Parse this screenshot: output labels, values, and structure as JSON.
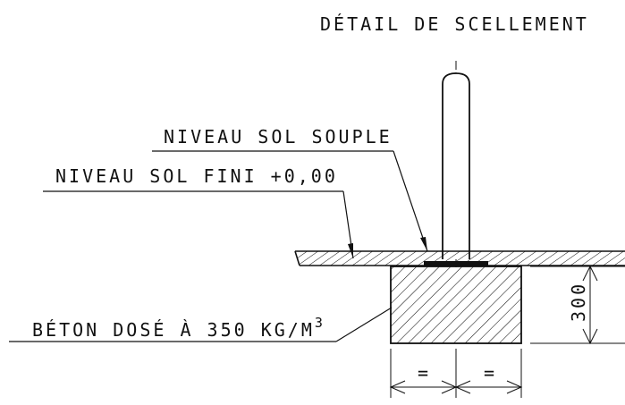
{
  "drawing": {
    "title": "DÉTAIL DE SCELLEMENT",
    "labels": {
      "soft_floor_level": "NIVEAU SOL SOUPLE",
      "finished_floor_level": "NIVEAU SOL FINI +0,00",
      "concrete_prefix": "BÉTON DOSÉ À 350 KG/M",
      "concrete_superscript": "3"
    },
    "dimensions": {
      "height_value": "300",
      "left_half": "=",
      "right_half": "="
    },
    "colors": {
      "line": "#111111",
      "background": "#ffffff"
    }
  }
}
